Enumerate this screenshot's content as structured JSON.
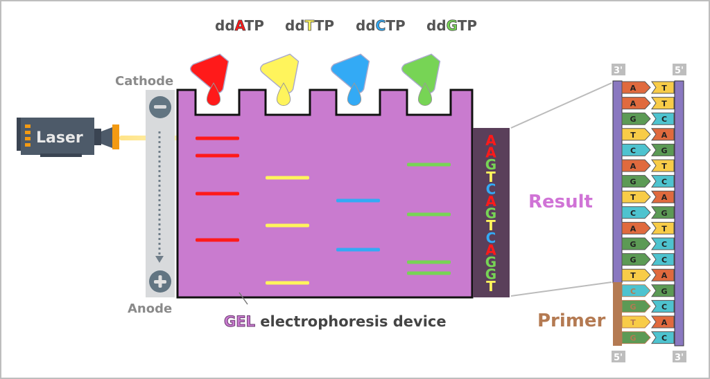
{
  "reagents": [
    {
      "prefix": "dd",
      "base": "A",
      "suffix": "TP",
      "color": "#ff1a1a"
    },
    {
      "prefix": "dd",
      "base": "T",
      "suffix": "TP",
      "color": "#fff45c"
    },
    {
      "prefix": "dd",
      "base": "C",
      "suffix": "TP",
      "color": "#33aaf5"
    },
    {
      "prefix": "dd",
      "base": "G",
      "suffix": "TP",
      "color": "#77d455"
    }
  ],
  "electrodes": {
    "cathode": "Cathode",
    "anode": "Anode",
    "minus_icon": "minus-circle-icon",
    "plus_icon": "plus-circle-icon"
  },
  "laser": {
    "label": "Laser"
  },
  "gel": {
    "caption_highlight": "GEL",
    "caption_rest": " electrophoresis device",
    "color": "#c97bcf",
    "lanes": [
      {
        "base": "A",
        "bands": [
          1,
          2,
          5,
          9
        ]
      },
      {
        "base": "T",
        "bands": [
          4,
          8,
          13
        ]
      },
      {
        "base": "C",
        "bands": [
          6,
          10
        ]
      },
      {
        "base": "G",
        "bands": [
          3,
          7,
          11,
          12
        ]
      }
    ]
  },
  "result_sequence": [
    "A",
    "A",
    "G",
    "T",
    "C",
    "A",
    "G",
    "T",
    "C",
    "A",
    "G",
    "G",
    "T"
  ],
  "base_colors": {
    "A": "#ff1a1a",
    "T": "#fff45c",
    "C": "#33aaf5",
    "G": "#77d455"
  },
  "labels": {
    "result": "Result",
    "primer": "Primer"
  },
  "dna": {
    "top_left": "3'",
    "top_right": "5'",
    "bottom_left": "5'",
    "bottom_right": "3'",
    "left_strand": [
      "A",
      "A",
      "G",
      "T",
      "C",
      "A",
      "G",
      "T",
      "C",
      "A",
      "G",
      "G",
      "T",
      "C",
      "G",
      "T",
      "G"
    ],
    "right_strand": [
      "T",
      "T",
      "C",
      "A",
      "G",
      "T",
      "C",
      "A",
      "G",
      "T",
      "C",
      "C",
      "A",
      "G",
      "C",
      "A",
      "C"
    ],
    "primer_count": 4,
    "nucleotide_colors": {
      "A": "#e06a3e",
      "T": "#f8cc48",
      "G": "#5c9a55",
      "C": "#4ec3cf"
    }
  }
}
